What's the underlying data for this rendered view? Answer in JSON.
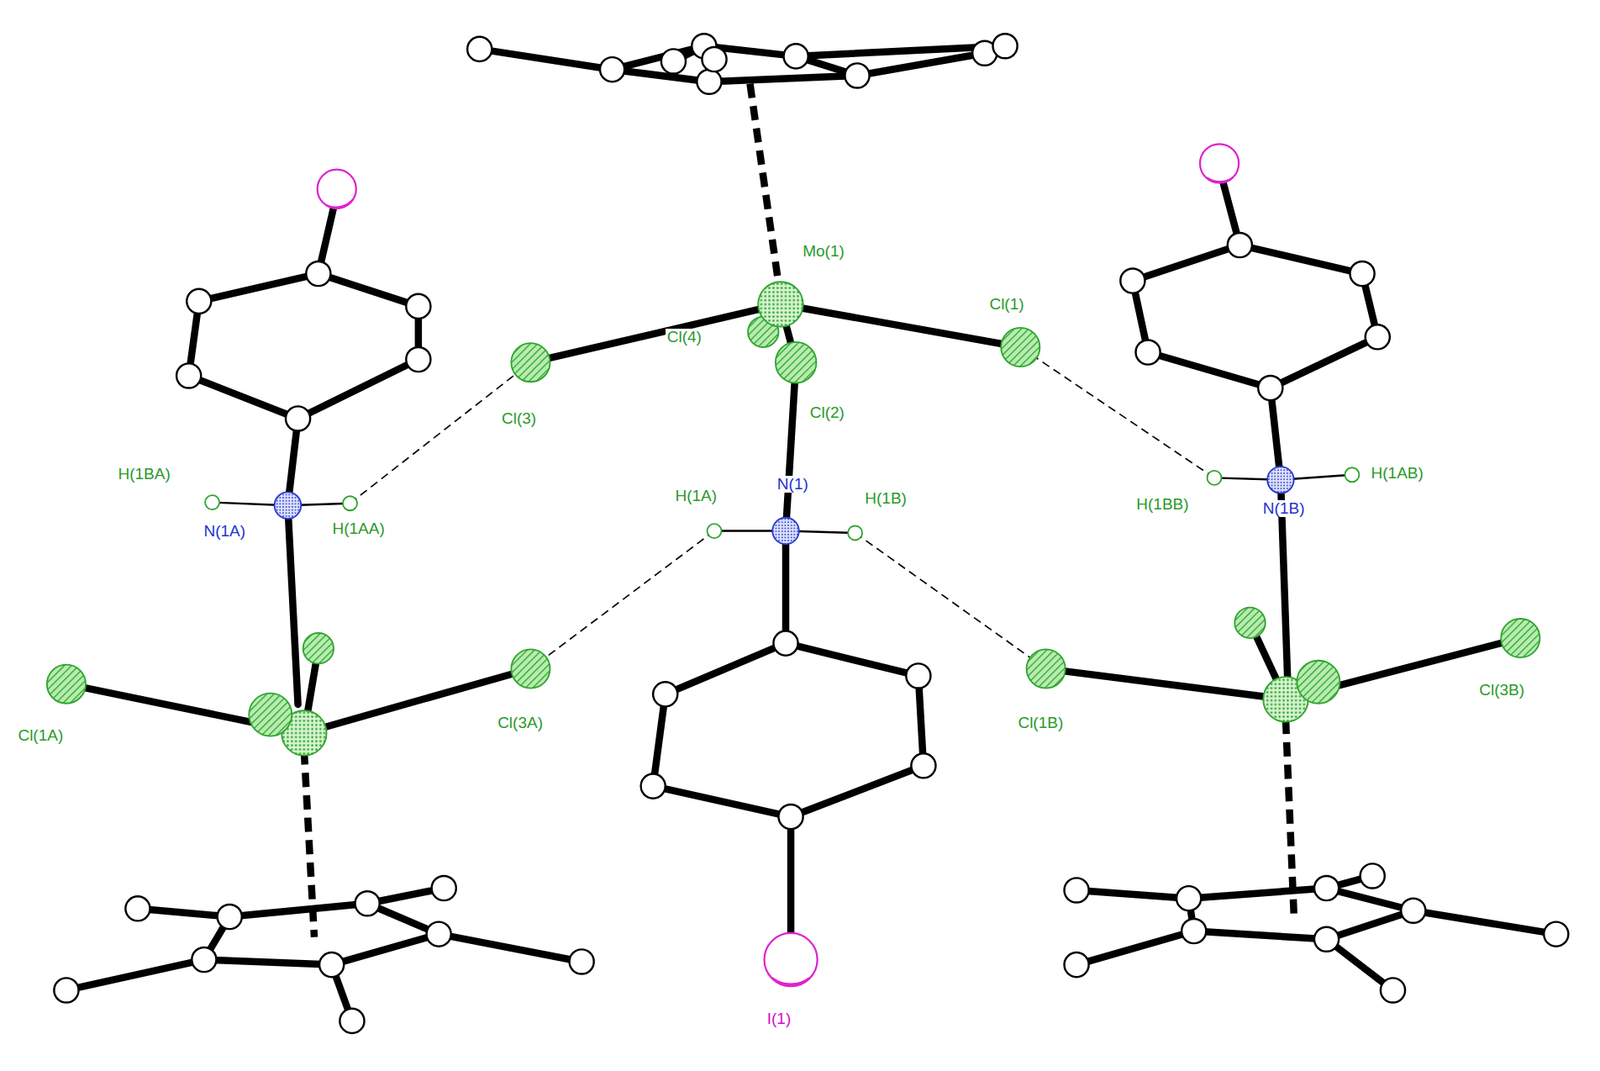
{
  "diagram": {
    "labels": [
      "Mo(1)",
      "Cl(1)",
      "Cl(3)",
      "Cl(4)",
      "Cl(2)",
      "H(1BA)",
      "N(1A)",
      "H(1AA)",
      "H(1A)",
      "N(1)",
      "H(1B)",
      "H(1BB)",
      "N(1B)",
      "H(1AB)",
      "Cl(1A)",
      "Cl(3A)",
      "Cl(1B)",
      "Cl(3B)",
      "I(1)"
    ]
  }
}
